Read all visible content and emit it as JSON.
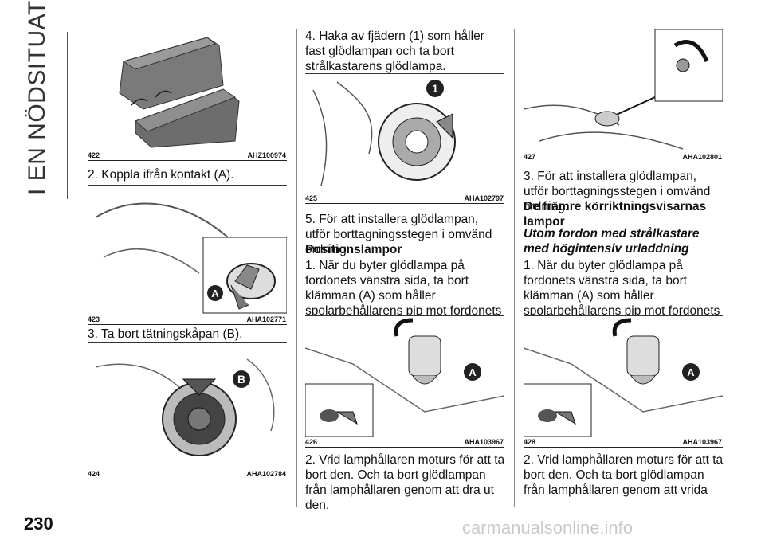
{
  "section_title": "I EN NÖDSITUATION",
  "page_number": "230",
  "watermark": "carmanualsonline.info",
  "col1": {
    "fig422": {
      "num": "422",
      "code": "AHZ100974"
    },
    "step2": "2. Koppla ifrån kontakt (A).",
    "fig423": {
      "num": "423",
      "code": "AHA102771"
    },
    "step3": "3. Ta bort tätningskåpan (B).",
    "fig424": {
      "num": "424",
      "code": "AHA102784"
    }
  },
  "col2": {
    "step4": "4. Haka av fjädern (1) som håller fast glödlampan och ta bort strålkastarens glödlampa.",
    "fig425": {
      "num": "425",
      "code": "AHA102797"
    },
    "step5": "5. För att installera glödlampan, utför borttagningsstegen i omvänd ordning.",
    "heading": "Positionslampor",
    "p1": "1. När du byter glödlampa på fordonets vänstra sida, ta bort klämman (A) som håller spolarbehållarens pip mot fordonets bakre del.",
    "fig426": {
      "num": "426",
      "code": "AHA103967"
    },
    "p2": "2. Vrid lamphållaren moturs för att ta bort den. Och ta bort glödlampan från lamphållaren genom att dra ut den."
  },
  "col3": {
    "fig427": {
      "num": "427",
      "code": "AHA102801"
    },
    "step3": "3. För att installera glödlampan, utför borttagningsstegen i omvänd ordning.",
    "heading": "De främre körriktningsvisarnas lampor",
    "subheading": "Utom fordon med strålkastare med högintensiv urladdning",
    "p1": "1. När du byter glödlampa på fordonets vänstra sida, ta bort klämman (A) som håller spolarbehållarens pip mot fordonets bakre del.",
    "fig428": {
      "num": "428",
      "code": "AHA103967"
    },
    "p2": "2. Vrid lamphållaren moturs för att ta bort den. Och ta bort glödlampan från lamphållaren genom att vrida"
  },
  "labels": {
    "A": "A",
    "B": "B",
    "one": "1"
  }
}
